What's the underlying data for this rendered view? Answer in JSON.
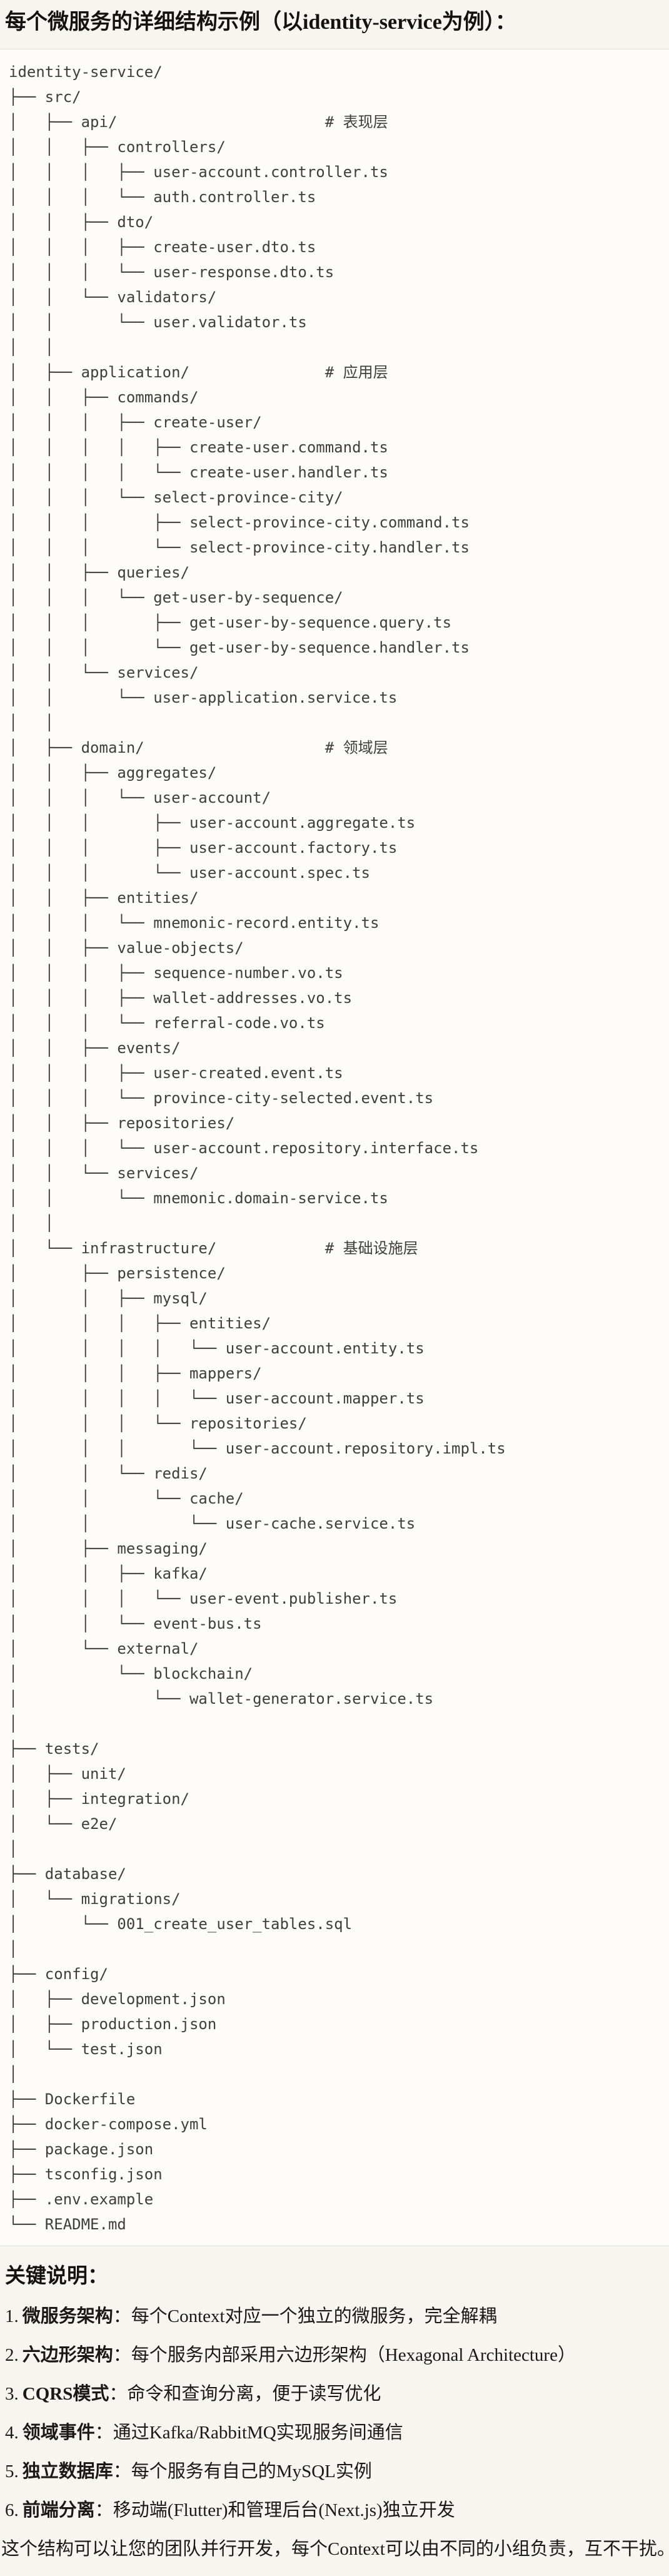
{
  "page": {
    "title": "每个微服务的详细结构示例（以identity-service为例）：",
    "notes_heading": "关键说明：",
    "footer": "这个结构可以让您的团队并行开发，每个Context可以由不同的小组负责，互不干扰。"
  },
  "colors": {
    "page_bg": "#f7f5f0",
    "code_bg": "#fdfcfa",
    "code_border": "#dedcd6",
    "code_text": "#3e3e3e",
    "body_text": "#1b1917"
  },
  "tree": {
    "root": "identity-service/",
    "layer_comments": [
      "# 表现层",
      "# 应用层",
      "# 领域层",
      "# 基础设施层"
    ],
    "lines": [
      "identity-service/",
      "├── src/",
      "│   ├── api/                       # 表现层",
      "│   │   ├── controllers/",
      "│   │   │   ├── user-account.controller.ts",
      "│   │   │   └── auth.controller.ts",
      "│   │   ├── dto/",
      "│   │   │   ├── create-user.dto.ts",
      "│   │   │   └── user-response.dto.ts",
      "│   │   └── validators/",
      "│   │       └── user.validator.ts",
      "│   │",
      "│   ├── application/               # 应用层",
      "│   │   ├── commands/",
      "│   │   │   ├── create-user/",
      "│   │   │   │   ├── create-user.command.ts",
      "│   │   │   │   └── create-user.handler.ts",
      "│   │   │   └── select-province-city/",
      "│   │   │       ├── select-province-city.command.ts",
      "│   │   │       └── select-province-city.handler.ts",
      "│   │   ├── queries/",
      "│   │   │   └── get-user-by-sequence/",
      "│   │   │       ├── get-user-by-sequence.query.ts",
      "│   │   │       └── get-user-by-sequence.handler.ts",
      "│   │   └── services/",
      "│   │       └── user-application.service.ts",
      "│   │",
      "│   ├── domain/                    # 领域层",
      "│   │   ├── aggregates/",
      "│   │   │   └── user-account/",
      "│   │   │       ├── user-account.aggregate.ts",
      "│   │   │       ├── user-account.factory.ts",
      "│   │   │       └── user-account.spec.ts",
      "│   │   ├── entities/",
      "│   │   │   └── mnemonic-record.entity.ts",
      "│   │   ├── value-objects/",
      "│   │   │   ├── sequence-number.vo.ts",
      "│   │   │   ├── wallet-addresses.vo.ts",
      "│   │   │   └── referral-code.vo.ts",
      "│   │   ├── events/",
      "│   │   │   ├── user-created.event.ts",
      "│   │   │   └── province-city-selected.event.ts",
      "│   │   ├── repositories/",
      "│   │   │   └── user-account.repository.interface.ts",
      "│   │   └── services/",
      "│   │       └── mnemonic.domain-service.ts",
      "│   │",
      "│   └── infrastructure/            # 基础设施层",
      "│       ├── persistence/",
      "│       │   ├── mysql/",
      "│       │   │   ├── entities/",
      "│       │   │   │   └── user-account.entity.ts",
      "│       │   │   ├── mappers/",
      "│       │   │   │   └── user-account.mapper.ts",
      "│       │   │   └── repositories/",
      "│       │   │       └── user-account.repository.impl.ts",
      "│       │   └── redis/",
      "│       │       └── cache/",
      "│       │           └── user-cache.service.ts",
      "│       ├── messaging/",
      "│       │   ├── kafka/",
      "│       │   │   └── user-event.publisher.ts",
      "│       │   └── event-bus.ts",
      "│       └── external/",
      "│           └── blockchain/",
      "│               └── wallet-generator.service.ts",
      "│",
      "├── tests/",
      "│   ├── unit/",
      "│   ├── integration/",
      "│   └── e2e/",
      "│",
      "├── database/",
      "│   └── migrations/",
      "│       └── 001_create_user_tables.sql",
      "│",
      "├── config/",
      "│   ├── development.json",
      "│   ├── production.json",
      "│   └── test.json",
      "│",
      "├── Dockerfile",
      "├── docker-compose.yml",
      "├── package.json",
      "├── tsconfig.json",
      "├── .env.example",
      "└── README.md"
    ]
  },
  "notes": {
    "items": [
      {
        "num": "1.",
        "term": "微服务架构",
        "sep": "：",
        "text": "每个Context对应一个独立的微服务，完全解耦"
      },
      {
        "num": "2.",
        "term": "六边形架构",
        "sep": "：",
        "text": "每个服务内部采用六边形架构（Hexagonal Architecture）"
      },
      {
        "num": "3.",
        "term": "CQRS模式",
        "sep": "：",
        "text": "命令和查询分离，便于读写优化"
      },
      {
        "num": "4.",
        "term": "领域事件",
        "sep": "：",
        "text": "通过Kafka/RabbitMQ实现服务间通信"
      },
      {
        "num": "5.",
        "term": "独立数据库",
        "sep": "：",
        "text": "每个服务有自己的MySQL实例"
      },
      {
        "num": "6.",
        "term": "前端分离",
        "sep": "：",
        "text": "移动端(Flutter)和管理后台(Next.js)独立开发"
      }
    ]
  }
}
